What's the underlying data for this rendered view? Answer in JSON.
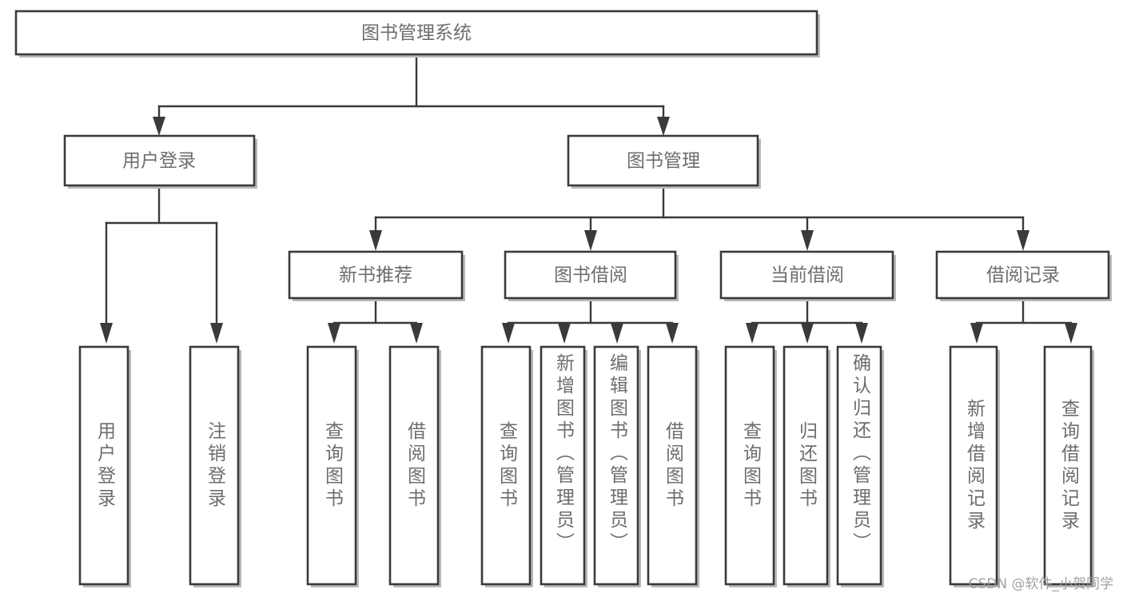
{
  "diagram": {
    "title": "图书管理系统",
    "type": "tree",
    "orientation": "top-down",
    "colors": {
      "box_stroke": "#3a3a3a",
      "box_fill": "#ffffff",
      "text": "#6d6d6d",
      "shadow": "#b9b9b9",
      "background": "#ffffff",
      "watermark": "#9a9a9a"
    },
    "root": {
      "id": "root",
      "label": "图书管理系统"
    },
    "level2": [
      {
        "id": "user-login",
        "label": "用户登录"
      },
      {
        "id": "book-manage",
        "label": "图书管理"
      }
    ],
    "level3": [
      {
        "id": "new-book-recommend",
        "label": "新书推荐",
        "parent": "book-manage"
      },
      {
        "id": "book-borrow",
        "label": "图书借阅",
        "parent": "book-manage"
      },
      {
        "id": "current-borrow",
        "label": "当前借阅",
        "parent": "book-manage"
      },
      {
        "id": "borrow-record",
        "label": "借阅记录",
        "parent": "book-manage"
      }
    ],
    "leaves": [
      {
        "id": "leaf-user-login",
        "label": "用户登录",
        "parent": "user-login"
      },
      {
        "id": "leaf-logout",
        "label": "注销登录",
        "parent": "user-login"
      },
      {
        "id": "leaf-query-book-1",
        "label": "查询图书",
        "parent": "new-book-recommend"
      },
      {
        "id": "leaf-borrow-book-1",
        "label": "借阅图书",
        "parent": "new-book-recommend"
      },
      {
        "id": "leaf-query-book-2",
        "label": "查询图书",
        "parent": "book-borrow"
      },
      {
        "id": "leaf-add-book",
        "label": "新增图书（管理员）",
        "parent": "book-borrow"
      },
      {
        "id": "leaf-edit-book",
        "label": "编辑图书（管理员）",
        "parent": "book-borrow"
      },
      {
        "id": "leaf-borrow-book-2",
        "label": "借阅图书",
        "parent": "book-borrow"
      },
      {
        "id": "leaf-query-book-3",
        "label": "查询图书",
        "parent": "current-borrow"
      },
      {
        "id": "leaf-return-book",
        "label": "归还图书",
        "parent": "current-borrow"
      },
      {
        "id": "leaf-confirm-return",
        "label": "确认归还（管理员）",
        "parent": "current-borrow"
      },
      {
        "id": "leaf-add-record",
        "label": "新增借阅记录",
        "parent": "borrow-record"
      },
      {
        "id": "leaf-query-record",
        "label": "查询借阅记录",
        "parent": "borrow-record"
      }
    ],
    "watermark": "CSDN @软件_小贺同学"
  }
}
